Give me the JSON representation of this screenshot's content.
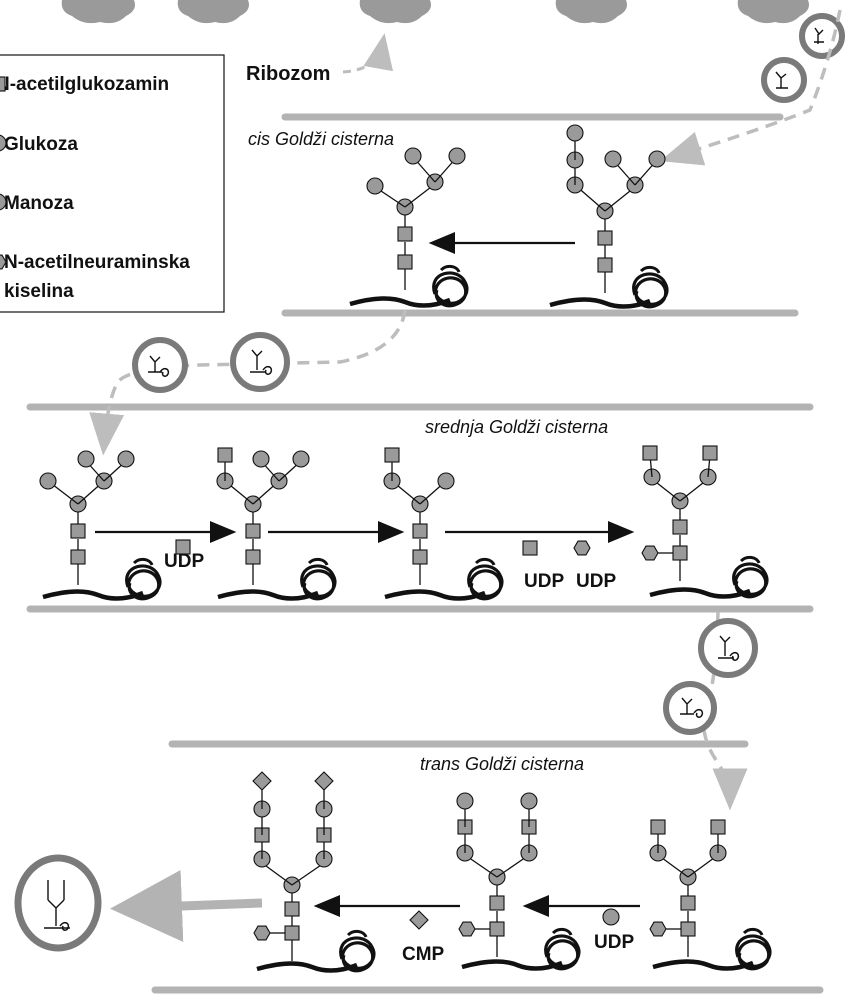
{
  "legend": {
    "items": [
      {
        "symbol": "square",
        "label": "N-acetilglukozamin"
      },
      {
        "symbol": "circle",
        "label": "Glukoza"
      },
      {
        "symbol": "circle",
        "label": "Manoza"
      },
      {
        "symbol": "hexagon",
        "label": "N-acetilneuraminska",
        "label2": "kiselina"
      }
    ]
  },
  "ribosome_label": "Ribozom",
  "compartments": {
    "cis": "cis Goldži cisterna",
    "medial": "srednja Goldži cisterna",
    "trans": "trans Goldži cisterna"
  },
  "nucleotides": {
    "udp": "UDP",
    "cmp": "CMP"
  },
  "colors": {
    "sugar_fill": "#9a9a9a",
    "membrane": "#b3b3b3",
    "vesicle": "#7a7a7a",
    "ink": "#111111",
    "dashed_path": "#bdbdbd"
  }
}
